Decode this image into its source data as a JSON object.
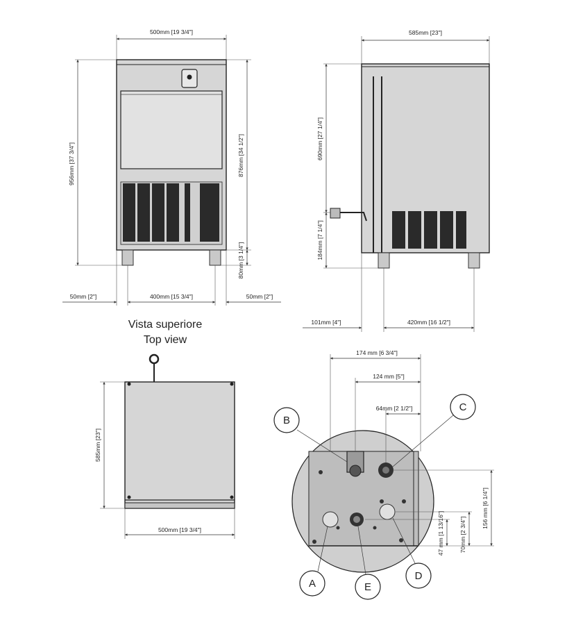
{
  "titles": {
    "top_view_it": "Vista superiore",
    "top_view_en": "Top view"
  },
  "front": {
    "width_top": "500mm [19 3/4\"]",
    "height_total": "956mm [37 3/4\"]",
    "height_body": "876mm [34 1/2\"]",
    "feet_height": "80mm [3 1/4\"]",
    "left_margin": "50mm [2\"]",
    "feet_spacing": "400mm [15 3/4\"]",
    "right_margin": "50mm [2\"]"
  },
  "side": {
    "depth_top": "585mm [23\"]",
    "height_upper": "690mm [27 1/4\"]",
    "height_lower": "184mm [7 1/4\"]",
    "front_offset": "101mm [4\"]",
    "feet_spacing": "420mm [16 1/2\"]"
  },
  "top": {
    "depth": "585mm [23\"]",
    "width": "500mm [19 3/4\"]"
  },
  "connections": {
    "dim_174": "174 mm [6 3/4\"]",
    "dim_124": "124 mm [5\"]",
    "dim_64": "64mm [2 1/2\"]",
    "dim_156": "156 mm [6 1/4\"]",
    "dim_70": "70mm [2 3/4\"]",
    "dim_47": "47 mm [1 13/16\"]",
    "labels": {
      "A": "A",
      "B": "B",
      "C": "C",
      "D": "D",
      "E": "E"
    }
  }
}
